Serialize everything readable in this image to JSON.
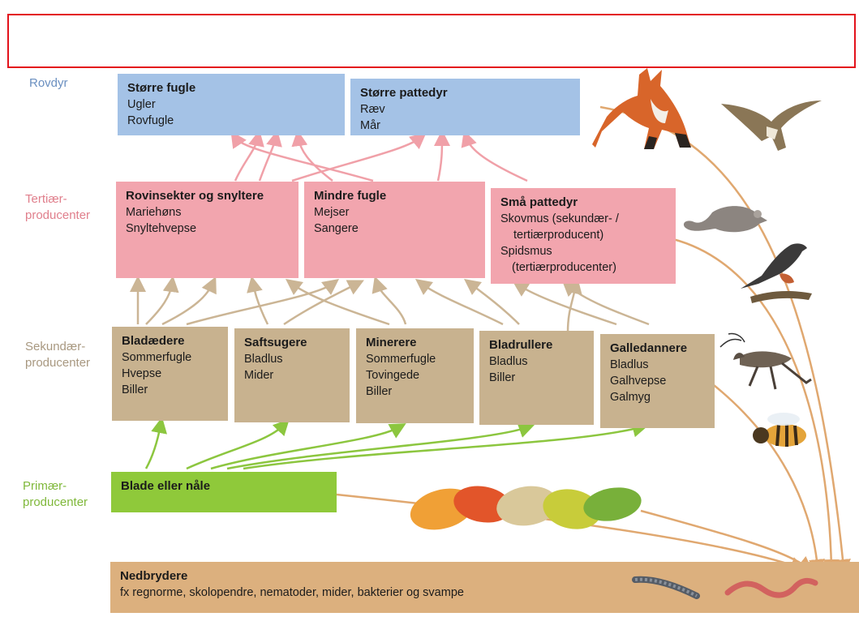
{
  "levels": {
    "rovdyr": "Rovdyr",
    "tertiaer_1": "Tertiær-",
    "tertiaer_2": "producenter",
    "sekundaer_1": "Sekundær-",
    "sekundaer_2": "producenter",
    "primaer_1": "Primær-",
    "primaer_2": "producenter"
  },
  "colors": {
    "rovdyr": "#6a8fc0",
    "tertiaer": "#e07f8c",
    "sekundaer": "#a89880",
    "primaer": "#7fb83a",
    "arrow_pink": "#f0a0a8",
    "arrow_tan": "#cbb595",
    "arrow_green": "#8cc63f",
    "arrow_orange": "#e0a870"
  },
  "boxes": {
    "storre_fugle": {
      "title": "Større fugle",
      "lines": [
        "Ugler",
        "Rovfugle"
      ]
    },
    "storre_pattedyr": {
      "title": "Større pattedyr",
      "lines": [
        "Ræv",
        "Mår"
      ]
    },
    "rovinsekter": {
      "title": "Rovinsekter og snyltere",
      "lines": [
        "Mariehøns",
        "Snyltehvepse"
      ]
    },
    "mindre_fugle": {
      "title": "Mindre fugle",
      "lines": [
        "Mejser",
        "Sangere"
      ]
    },
    "sma_pattedyr": {
      "title": "Små pattedyr",
      "lines": [
        "Skovmus (sekundær- /",
        "tertiærproducent)",
        "Spidsmus",
        "(tertiærproducenter)"
      ]
    },
    "bladaedere": {
      "title": "Bladædere",
      "lines": [
        "Sommerfugle",
        "Hvepse",
        "Biller"
      ]
    },
    "saftsugere": {
      "title": "Saftsugere",
      "lines": [
        "Bladlus",
        "Mider"
      ]
    },
    "minerere": {
      "title": "Minerere",
      "lines": [
        "Sommerfugle",
        "Tovingede",
        "Biller"
      ]
    },
    "bladrullere": {
      "title": "Bladrullere",
      "lines": [
        "Bladlus",
        "Biller"
      ]
    },
    "galledannere": {
      "title": "Galledannere",
      "lines": [
        "Bladlus",
        "Galhvepse",
        "Galmyg"
      ]
    },
    "blade": {
      "title": "Blade eller nåle",
      "lines": []
    },
    "nedbrydere": {
      "title": "Nedbrydere",
      "lines": [
        "fx regnorme, skolopendre, nematoder, mider, bakterier og svampe"
      ]
    }
  },
  "icons": [
    "fox-icon",
    "hawk-icon",
    "mouse-icon",
    "bird-icon",
    "cricket-icon",
    "bee-icon",
    "leaves-icon",
    "millipede-icon",
    "worm-icon"
  ]
}
